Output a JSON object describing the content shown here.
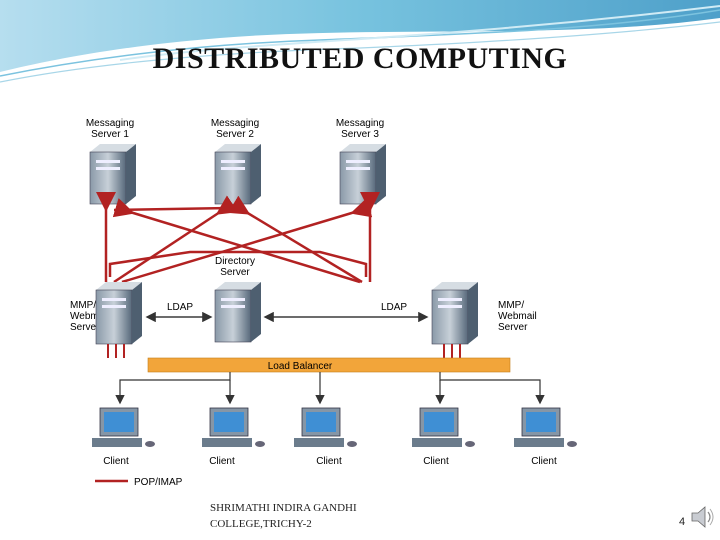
{
  "slide": {
    "title": "DISTRIBUTED COMPUTING",
    "footer_line1": "SHRIMATHI INDIRA GANDHI",
    "footer_line2": "COLLEGE,TRICHY-2",
    "page_number": "4"
  },
  "diagram": {
    "messaging_servers": [
      {
        "line1": "Messaging",
        "line2": "Server 1"
      },
      {
        "line1": "Messaging",
        "line2": "Server 2"
      },
      {
        "line1": "Messaging",
        "line2": "Server 3"
      }
    ],
    "directory_server": {
      "line1": "Directory",
      "line2": "Server"
    },
    "mmp_left": {
      "line1": "MMP/",
      "line2": "Webmail",
      "line3": "Server"
    },
    "mmp_right": {
      "line1": "MMP/",
      "line2": "Webmail",
      "line3": "Server"
    },
    "ldap_left": "LDAP",
    "ldap_right": "LDAP",
    "load_balancer": "Load Balancer",
    "clients": [
      "Client",
      "Client",
      "Client",
      "Client",
      "Client"
    ],
    "legend_label": "POP/IMAP",
    "colors": {
      "link": "#b22222",
      "balancer": "#f2a53a",
      "tower": "#5b6b7c",
      "legend": "#b22222"
    }
  }
}
